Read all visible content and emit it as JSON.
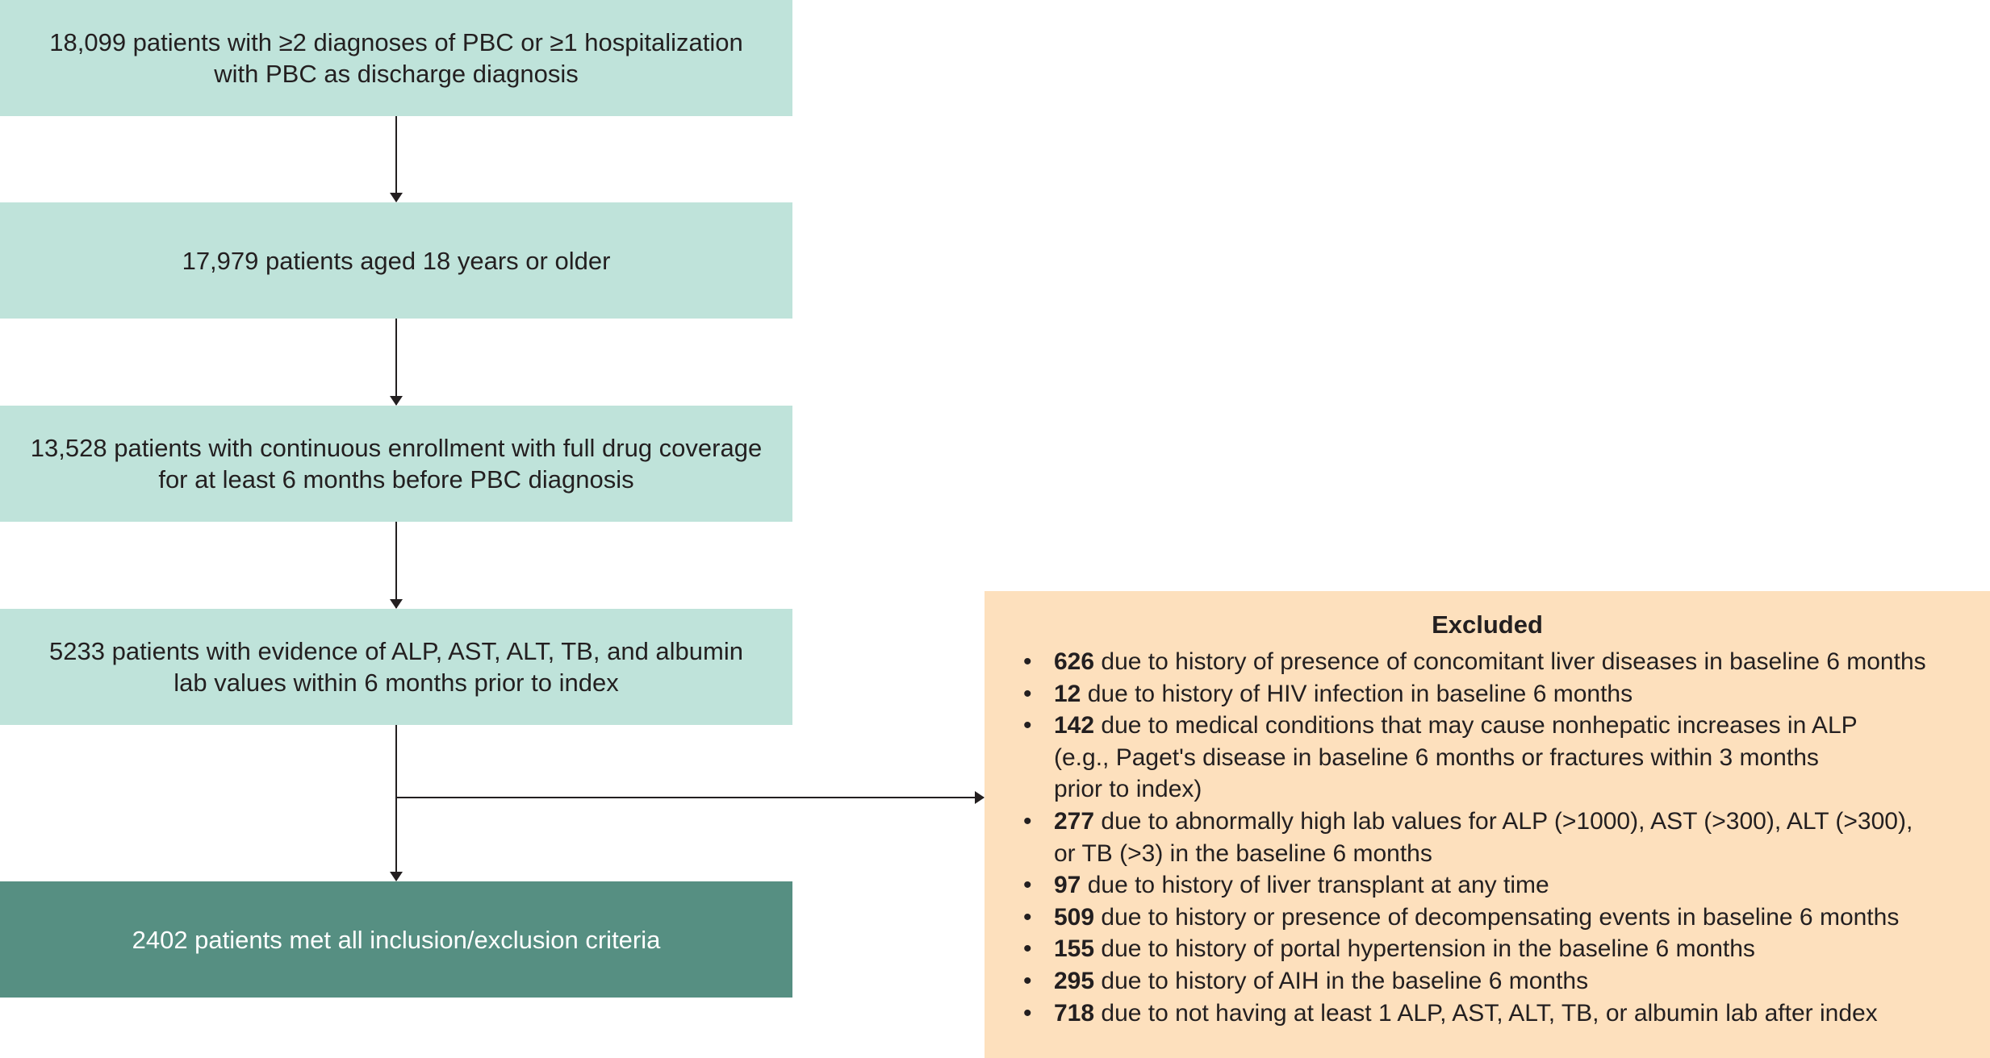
{
  "flow": {
    "steps": [
      {
        "text": "18,099 patients with ≥2 diagnoses of PBC or ≥1 hospitalization\nwith PBC as discharge diagnosis"
      },
      {
        "text": "17,979 patients aged 18 years or older"
      },
      {
        "text": "13,528 patients with continuous enrollment with full drug coverage\nfor at least 6 months before PBC diagnosis"
      },
      {
        "text": "5233 patients with evidence of ALP, AST, ALT, TB, and albumin\nlab values within 6 months prior to index"
      },
      {
        "text": "2402 patients met all inclusion/exclusion criteria"
      }
    ]
  },
  "excluded": {
    "title": "Excluded",
    "bullet": "•",
    "items": [
      {
        "count": "626",
        "text": " due to history of presence of concomitant liver diseases in baseline 6 months"
      },
      {
        "count": "12",
        "text": " due to history of HIV infection in baseline 6 months"
      },
      {
        "count": "142",
        "text": " due to medical conditions that may cause nonhepatic increases in ALP\n (e.g., Paget's disease in baseline 6 months or fractures within 3 months\n prior to index)"
      },
      {
        "count": "277",
        "text": " due to abnormally high lab values for ALP (>1000), AST (>300), ALT (>300),\nor TB (>3) in the baseline 6 months"
      },
      {
        "count": "97",
        "text": " due to history of liver transplant at any time"
      },
      {
        "count": "509",
        "text": " due to history or presence of decompensating events in baseline 6 months"
      },
      {
        "count": "155",
        "text": " due to history of portal hypertension in the baseline 6 months"
      },
      {
        "count": "295",
        "text": " due to history of AIH in the baseline 6 months"
      },
      {
        "count": "718",
        "text": " due to not having at least 1 ALP, AST, ALT, TB, or albumin lab after index"
      }
    ]
  },
  "colors": {
    "step_fill": "#bfe3da",
    "final_fill": "#568f82",
    "excluded_fill": "#fde0bd",
    "arrow": "#231f20"
  }
}
